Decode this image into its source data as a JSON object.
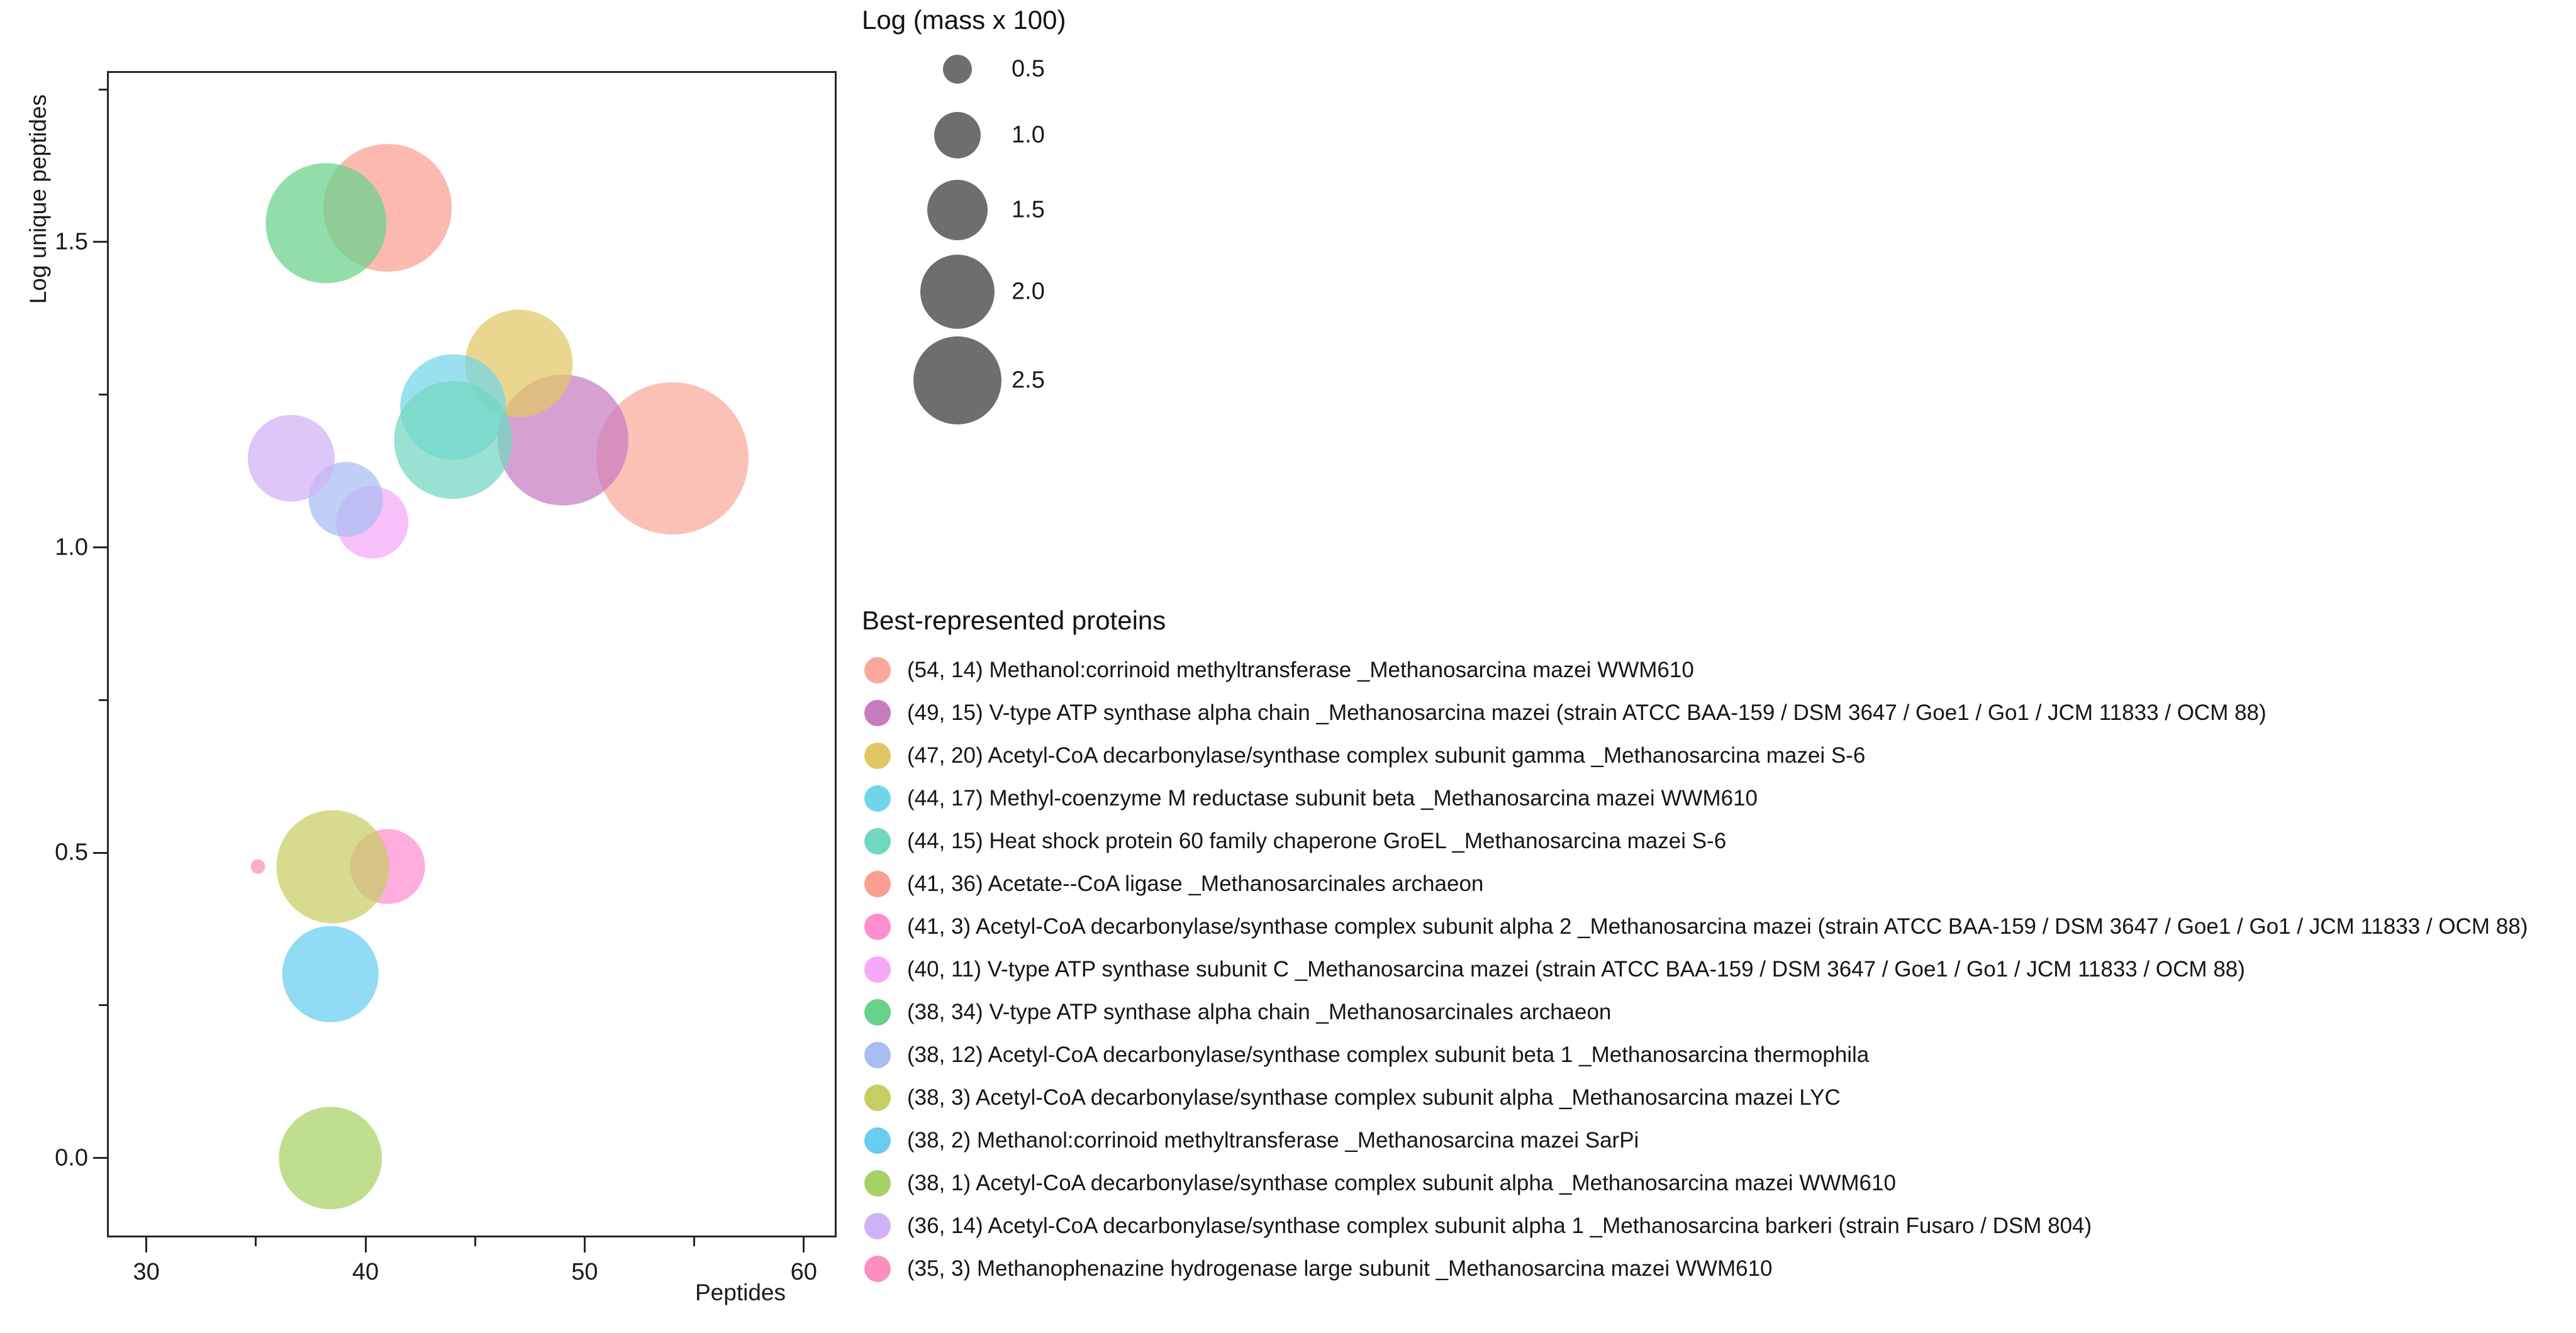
{
  "axes": {
    "x_title": "Peptides",
    "y_title": "Log unique peptides",
    "x_ticks": [
      "30",
      "40",
      "50",
      "60"
    ],
    "y_ticks": [
      "0.0",
      "0.5",
      "1.0",
      "1.5"
    ]
  },
  "size_legend": {
    "title": "Log (mass x 100)",
    "items": [
      {
        "label": "0.5",
        "px": 46
      },
      {
        "label": "1.0",
        "px": 74
      },
      {
        "label": "1.5",
        "px": 96
      },
      {
        "label": "2.0",
        "px": 118
      },
      {
        "label": "2.5",
        "px": 140
      }
    ]
  },
  "color_legend": {
    "title": "Best-represented proteins",
    "items": [
      {
        "label": "(54, 14) Methanol:corrinoid methyltransferase _Methanosarcina mazei WWM610",
        "color": "#f9a99b"
      },
      {
        "label": "(49, 15) V-type ATP synthase alpha chain _Methanosarcina mazei (strain ATCC BAA-159 / DSM 3647 / Goe1 / Go1 / JCM 11833 / OCM 88)",
        "color": "#c77cc0"
      },
      {
        "label": "(47, 20) Acetyl-CoA decarbonylase/synthase complex subunit gamma _Methanosarcina mazei S-6",
        "color": "#e0c764"
      },
      {
        "label": "(44, 17) Methyl-coenzyme M reductase subunit beta _Methanosarcina mazei WWM610",
        "color": "#71d6e8"
      },
      {
        "label": "(44, 15) Heat shock protein 60 family chaperone GroEL _Methanosarcina mazei S-6",
        "color": "#72d7c0"
      },
      {
        "label": "(41, 36) Acetate--CoA ligase _Methanosarcinales archaeon",
        "color": "#fb9e92"
      },
      {
        "label": "(41, 3) Acetyl-CoA decarbonylase/synthase complex subunit alpha 2 _Methanosarcina mazei (strain ATCC BAA-159 / DSM 3647 / Goe1 / Go1 / JCM 11833 / OCM 88)",
        "color": "#fd8ed0"
      },
      {
        "label": "(40, 11) V-type ATP synthase subunit C _Methanosarcina mazei (strain ATCC BAA-159 / DSM 3647 / Goe1 / Go1 / JCM 11833 / OCM 88)",
        "color": "#f5a8f5"
      },
      {
        "label": "(38, 34) V-type ATP synthase alpha chain _Methanosarcinales archaeon",
        "color": "#68d18a"
      },
      {
        "label": "(38, 12) Acetyl-CoA decarbonylase/synthase complex subunit beta 1 _Methanosarcina thermophila",
        "color": "#a8bdf2"
      },
      {
        "label": "(38, 3) Acetyl-CoA decarbonylase/synthase complex subunit alpha _Methanosarcina mazei LYC",
        "color": "#c8cd62"
      },
      {
        "label": "(38, 2) Methanol:corrinoid methyltransferase _Methanosarcina mazei SarPi",
        "color": "#68cdf0"
      },
      {
        "label": "(38, 1) Acetyl-CoA decarbonylase/synthase complex subunit alpha _Methanosarcina mazei WWM610",
        "color": "#a6d264"
      },
      {
        "label": "(36, 14) Acetyl-CoA decarbonylase/synthase complex subunit alpha 1 _Methanosarcina barkeri (strain Fusaro / DSM 804)",
        "color": "#cfb2f5"
      },
      {
        "label": "(35, 3) Methanophenazine hydrogenase large subunit _Methanosarcina mazei WWM610",
        "color": "#fc8fbd"
      }
    ]
  },
  "chart_data": {
    "type": "scatter",
    "title": "",
    "xlabel": "Peptides",
    "ylabel": "Log unique peptides",
    "xlim": [
      28.2,
      61.5
    ],
    "ylim": [
      -0.13,
      1.78
    ],
    "grid": false,
    "legend_position": "right",
    "size_encoding": "Log (mass x 100)",
    "points": [
      {
        "name": "Methanol:corrinoid methyltransferase _Methanosarcina mazei WWM610",
        "peptides": 54,
        "unique_peptides": 14,
        "x": 54,
        "y": 1.146,
        "size": 1.95,
        "color": "#f9a99b"
      },
      {
        "name": "V-type ATP synthase alpha chain _Methanosarcina mazei (strain ATCC BAA-159 / DSM 3647 / Goe1 / Go1 / JCM 11833 / OCM 88)",
        "peptides": 49,
        "unique_peptides": 15,
        "x": 49,
        "y": 1.176,
        "size": 1.8,
        "color": "#c77cc0"
      },
      {
        "name": "Acetyl-CoA decarbonylase/synthase complex subunit gamma _Methanosarcina mazei S-6",
        "peptides": 47,
        "unique_peptides": 20,
        "x": 47,
        "y": 1.301,
        "size": 1.62,
        "color": "#e0c764"
      },
      {
        "name": "Methyl-coenzyme M reductase subunit beta _Methanosarcina mazei WWM610",
        "peptides": 44,
        "unique_peptides": 17,
        "x": 44,
        "y": 1.23,
        "size": 1.6,
        "color": "#71d6e8"
      },
      {
        "name": "Heat shock protein 60 family chaperone GroEL _Methanosarcina mazei S-6",
        "peptides": 44,
        "unique_peptides": 15,
        "x": 44,
        "y": 1.176,
        "size": 1.7,
        "color": "#72d7c0"
      },
      {
        "name": "Acetate--CoA ligase _Methanosarcinales archaeon",
        "peptides": 41,
        "unique_peptides": 36,
        "x": 41,
        "y": 1.556,
        "size": 1.78,
        "color": "#fb9e92"
      },
      {
        "name": "Acetyl-CoA decarbonylase/synthase complex subunit alpha 2 _Methanosarcina mazei (strain ATCC BAA-159 / DSM 3647 / Goe1 / Go1 / JCM 11833 / OCM 88)",
        "peptides": 41,
        "unique_peptides": 3,
        "x": 41,
        "y": 0.477,
        "size": 1.32,
        "color": "#fd8ed0"
      },
      {
        "name": "V-type ATP synthase subunit C _Methanosarcina mazei (strain ATCC BAA-159 / DSM 3647 / Goe1 / Go1 / JCM 11833 / OCM 88)",
        "peptides": 40,
        "unique_peptides": 11,
        "x": 40.3,
        "y": 1.041,
        "size": 1.3,
        "color": "#f5a8f5"
      },
      {
        "name": "V-type ATP synthase alpha chain _Methanosarcinales archaeon",
        "peptides": 38,
        "unique_peptides": 34,
        "x": 38.2,
        "y": 1.531,
        "size": 1.72,
        "color": "#68d18a"
      },
      {
        "name": "Acetyl-CoA decarbonylase/synthase complex subunit beta 1 _Methanosarcina thermophila",
        "peptides": 38,
        "unique_peptides": 12,
        "x": 39.1,
        "y": 1.079,
        "size": 1.32,
        "color": "#a8bdf2"
      },
      {
        "name": "Acetyl-CoA decarbonylase/synthase complex subunit alpha _Methanosarcina mazei LYC",
        "peptides": 38,
        "unique_peptides": 3,
        "x": 38.5,
        "y": 0.477,
        "size": 1.66,
        "color": "#c8cd62"
      },
      {
        "name": "Methanol:corrinoid methyltransferase _Methanosarcina mazei SarPi",
        "peptides": 38,
        "unique_peptides": 2,
        "x": 38.4,
        "y": 0.301,
        "size": 1.52,
        "color": "#68cdf0"
      },
      {
        "name": "Acetyl-CoA decarbonylase/synthase complex subunit alpha _Methanosarcina mazei WWM610",
        "peptides": 38,
        "unique_peptides": 1,
        "x": 38.4,
        "y": 0.0,
        "size": 1.58,
        "color": "#a6d264"
      },
      {
        "name": "Acetyl-CoA decarbonylase/synthase complex subunit alpha 1 _Methanosarcina barkeri (strain Fusaro / DSM 804)",
        "peptides": 36,
        "unique_peptides": 14,
        "x": 36.6,
        "y": 1.146,
        "size": 1.44,
        "color": "#cfb2f5"
      },
      {
        "name": "Methanophenazine hydrogenase large subunit _Methanosarcina mazei WWM610",
        "peptides": 35,
        "unique_peptides": 3,
        "x": 35.1,
        "y": 0.477,
        "size": 0.3,
        "color": "#fc8fbd"
      }
    ]
  }
}
